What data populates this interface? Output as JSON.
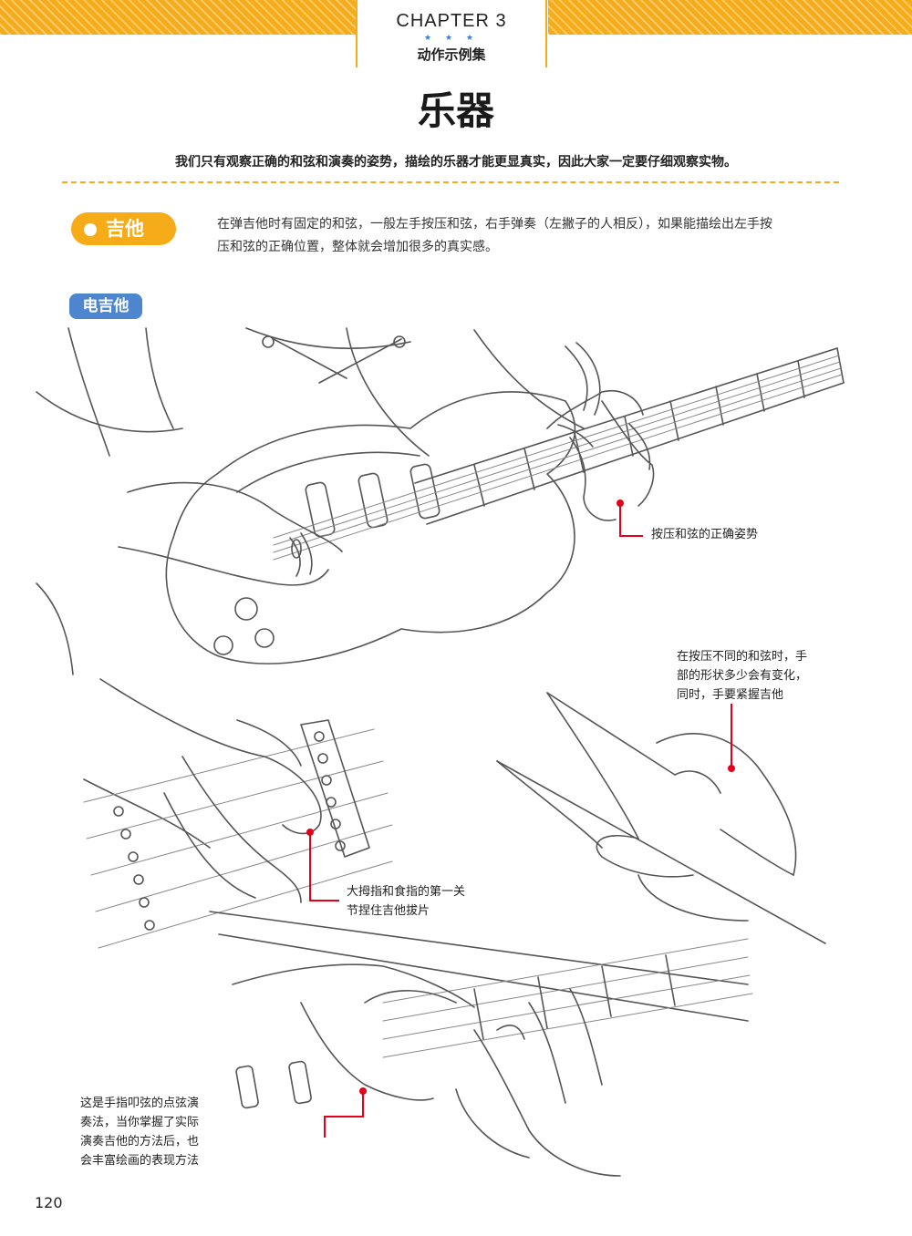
{
  "header": {
    "chapter": "CHAPTER 3",
    "stars": "★ ★ ★",
    "subtitle": "动作示例集"
  },
  "title": "乐器",
  "intro": "我们只有观察正确的和弦和演奏的姿势，描绘的乐器才能更显真实，因此大家一定要仔细观察实物。",
  "section": {
    "label": "吉他",
    "text": "在弹吉他时有固定的和弦，一般左手按压和弦，右手弹奏（左撇子的人相反），如果能描绘出左手按压和弦的正确位置，整体就会增加很多的真实感。"
  },
  "subsection": "电吉他",
  "callouts": {
    "chord_posture": "按压和弦的正确姿势",
    "grip_lines": [
      "在按压不同的和弦时，手",
      "部的形状多少会有变化，",
      "同时，手要紧握吉他"
    ],
    "pick_lines": [
      "大拇指和食指的第一关",
      "节捏住吉他拔片"
    ],
    "tap_lines": [
      "这是手指叩弦的点弦演",
      "奏法，当你掌握了实际",
      "演奏吉他的方法后，也",
      "会丰富绘画的表现方法"
    ]
  },
  "page_number": "120",
  "colors": {
    "accent": "#f6ab18",
    "tag_blue": "#4d86cf",
    "marker_red": "#e2001a"
  }
}
